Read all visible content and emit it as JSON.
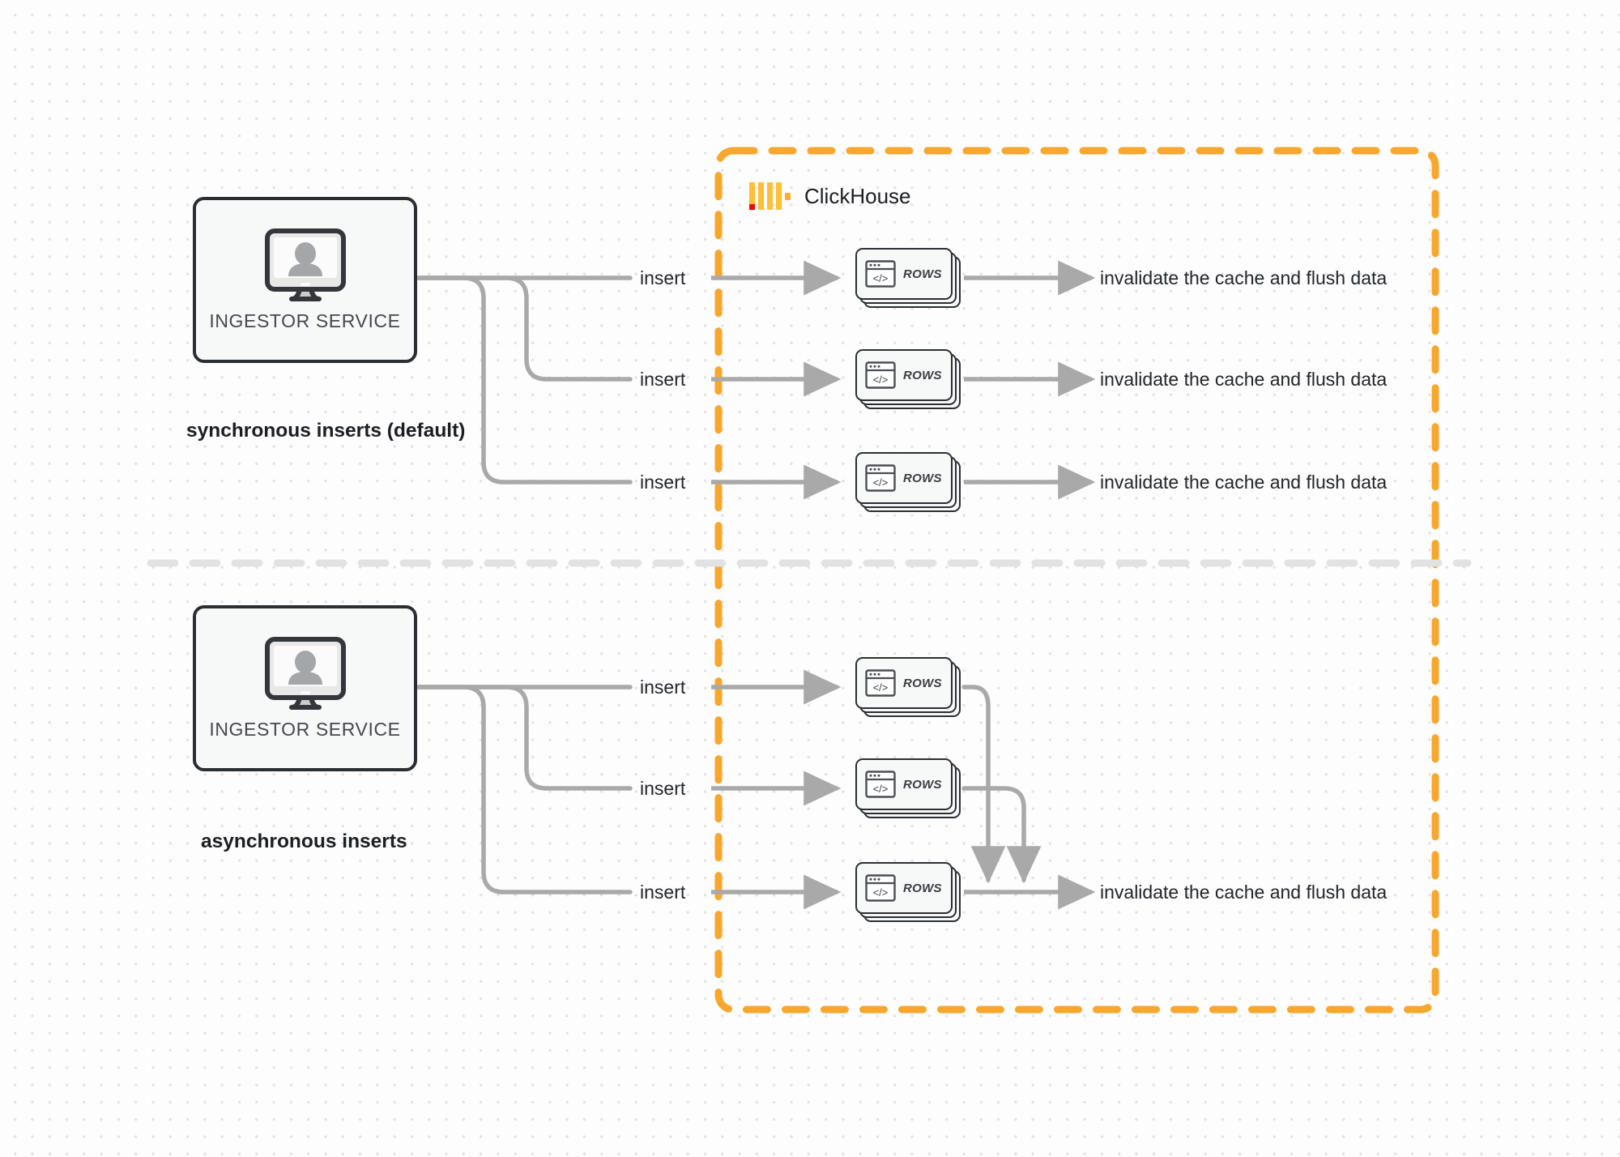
{
  "diagram": {
    "title": "ClickHouse synchronous vs asynchronous inserts",
    "background": {
      "color": "#fdfdfd",
      "dot_color": "#e3e1e1"
    },
    "boundary": {
      "label": "ClickHouse",
      "logo_name": "clickhouse-logo",
      "border_color": "#f8a72e",
      "border_style": "dashed",
      "red_accent_color": "#f30505",
      "bar_color": "#ffc033"
    },
    "divider": {
      "name": "section-divider",
      "color": "#e2e2e2",
      "style": "dashed"
    },
    "connector_color": "#a9a9a9",
    "sections": [
      {
        "id": "synchronous",
        "caption": "synchronous inserts (default)",
        "source": {
          "label": "INGESTOR SERVICE",
          "icon": "monitor-user-icon"
        },
        "flows": [
          {
            "insert_label": "insert",
            "node_label": "ROWS",
            "node_icon": "code-window-icon",
            "result_label": "invalidate the cache and flush data"
          },
          {
            "insert_label": "insert",
            "node_label": "ROWS",
            "node_icon": "code-window-icon",
            "result_label": "invalidate the cache and flush data"
          },
          {
            "insert_label": "insert",
            "node_label": "ROWS",
            "node_icon": "code-window-icon",
            "result_label": "invalidate the cache and flush data"
          }
        ]
      },
      {
        "id": "asynchronous",
        "caption": "asynchronous inserts",
        "source": {
          "label": "INGESTOR SERVICE",
          "icon": "monitor-user-icon"
        },
        "flows": [
          {
            "insert_label": "insert",
            "node_label": "ROWS",
            "node_icon": "code-window-icon",
            "result_label": ""
          },
          {
            "insert_label": "insert",
            "node_label": "ROWS",
            "node_icon": "code-window-icon",
            "result_label": ""
          },
          {
            "insert_label": "insert",
            "node_label": "ROWS",
            "node_icon": "code-window-icon",
            "result_label": "invalidate the cache and flush data"
          }
        ],
        "merged_result_label": "invalidate the cache and flush data"
      }
    ]
  }
}
